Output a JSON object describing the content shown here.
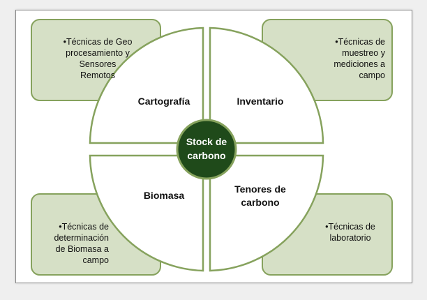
{
  "colors": {
    "box_fill": "#d6e0c6",
    "box_border": "#86a25d",
    "quarter_fill": "#ffffff",
    "quarter_border": "#86a25d",
    "center_fill": "#1f4a1a",
    "center_text": "#ffffff"
  },
  "center": {
    "line1": "Stock de",
    "line2": "carbono"
  },
  "quadrants": [
    {
      "id": "top-left",
      "label": "Cartografía"
    },
    {
      "id": "top-right",
      "label": "Inventario"
    },
    {
      "id": "bottom-left",
      "label": "Biomasa"
    },
    {
      "id": "bottom-right",
      "label_line1": "Tenores de",
      "label_line2": "carbono"
    }
  ],
  "boxes": {
    "top_left": {
      "lines": [
        "•Técnicas de Geo",
        "procesamiento y",
        "Sensores",
        "Remotos"
      ]
    },
    "top_right": {
      "lines": [
        "•Técnicas de",
        "muestreo y",
        "mediciones a",
        "campo"
      ]
    },
    "bottom_left": {
      "lines": [
        "•Técnicas de",
        "determinación",
        "de Biomasa a",
        "campo"
      ]
    },
    "bottom_right": {
      "lines": [
        "•Técnicas de",
        "laboratorio"
      ]
    }
  }
}
